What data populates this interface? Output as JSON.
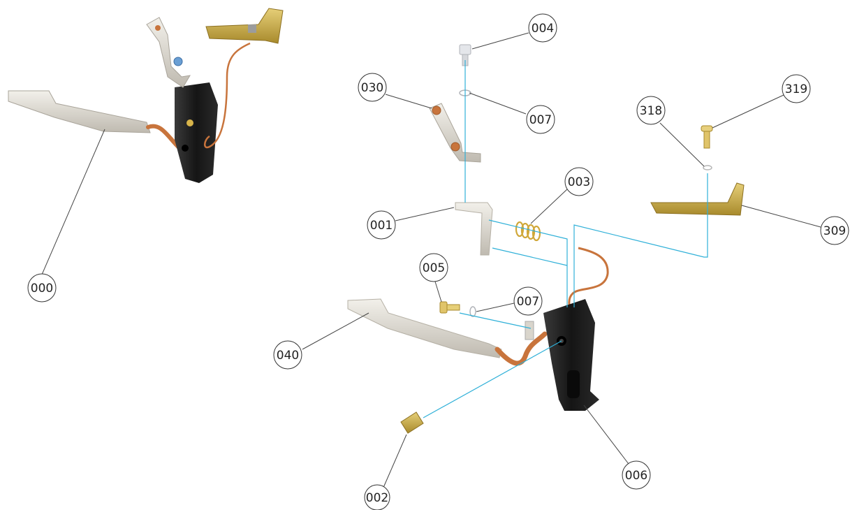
{
  "callouts": [
    {
      "id": "c000",
      "label": "000"
    },
    {
      "id": "c001",
      "label": "001"
    },
    {
      "id": "c002",
      "label": "002"
    },
    {
      "id": "c003",
      "label": "003"
    },
    {
      "id": "c004",
      "label": "004"
    },
    {
      "id": "c005",
      "label": "005"
    },
    {
      "id": "c006",
      "label": "006"
    },
    {
      "id": "c007a",
      "label": "007"
    },
    {
      "id": "c007b",
      "label": "007"
    },
    {
      "id": "c030",
      "label": "030"
    },
    {
      "id": "c040",
      "label": "040"
    },
    {
      "id": "c309",
      "label": "309"
    },
    {
      "id": "c318",
      "label": "318"
    },
    {
      "id": "c319",
      "label": "319"
    }
  ],
  "colors": {
    "axis_line": "#2fb0d8",
    "copper_braid": "#c8743c",
    "brass": "#c9a640",
    "black_plastic": "#1c1c1c",
    "silver": "#dcd9d2"
  }
}
